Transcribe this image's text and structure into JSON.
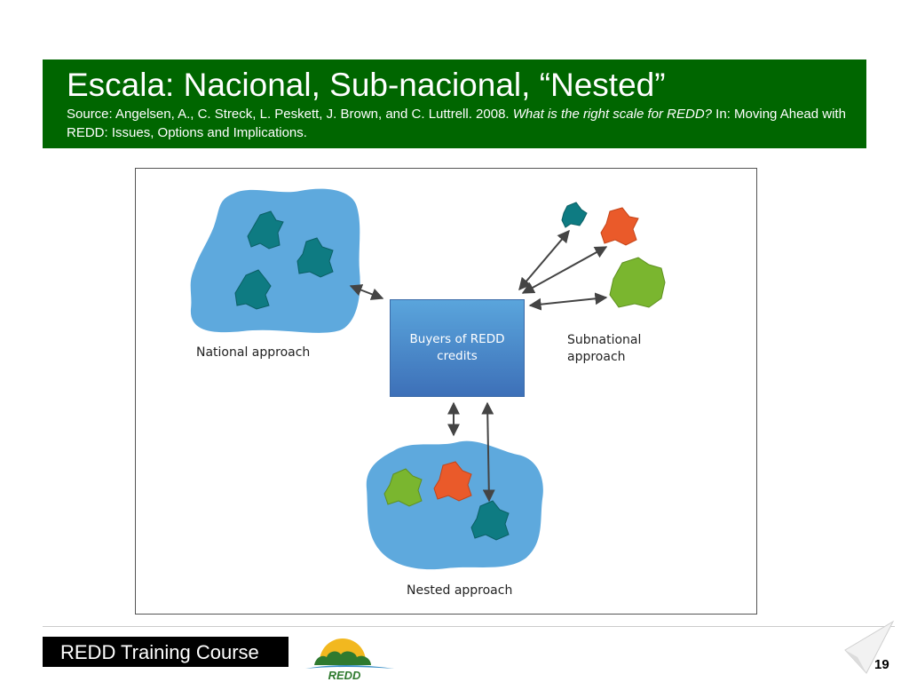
{
  "slide": {
    "title": "Escala: Nacional, Sub-nacional, “Nested”",
    "source_prefix": "Source: Angelsen, A., C. Streck, L. Peskett, J. Brown, and C. Luttrell. 2008. ",
    "source_title": "What is the right scale for REDD?",
    "source_suffix": " In: Moving Ahead with REDD: Issues, Options and Implications.",
    "page_number": "19"
  },
  "diagram": {
    "national_label": "National approach",
    "buyers_label_line1": "Buyers of REDD",
    "buyers_label_line2": "credits",
    "subnational_label_line1": "Subnational",
    "subnational_label_line2": "approach",
    "nested_label": "Nested approach"
  },
  "colors": {
    "header_green": "#006600",
    "land_blue": "#5ea9dd",
    "teal": "#0e7b82",
    "orange": "#ea5a2a",
    "lime": "#7ab62f"
  },
  "footer": {
    "course": "REDD Training Course",
    "logo_text": "REDD"
  }
}
